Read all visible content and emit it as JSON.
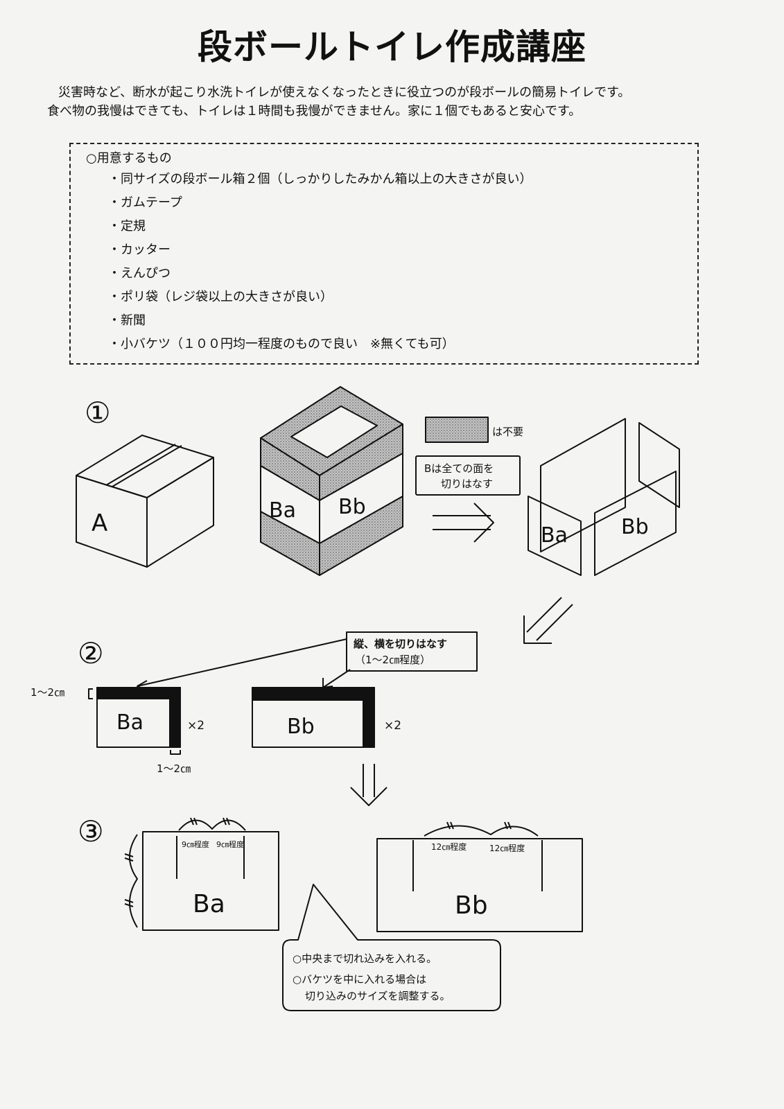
{
  "title": "段ボールトイレ作成講座",
  "intro": {
    "line1": "災害時など、断水が起こり水洗トイレが使えなくなったときに役立つのが段ボールの簡易トイレです。",
    "line2": "食べ物の我慢はできても、トイレは１時間も我慢ができません。家に１個でもあると安心です。"
  },
  "materials": {
    "heading": "○用意するもの",
    "items": [
      "同サイズの段ボール箱２個（しっかりしたみかん箱以上の大きさが良い）",
      "ガムテープ",
      "定規",
      "カッター",
      "えんぴつ",
      "ポリ袋（レジ袋以上の大きさが良い）",
      "新聞",
      "小バケツ（１００円均一程度のもので良い　※無くても可）"
    ]
  },
  "step1": {
    "number": "①",
    "box_a": "A",
    "label_ba": "Ba",
    "label_bb": "Bb",
    "legend_text": "は不要",
    "instruction_line1": "Bは全ての面を",
    "instruction_line2": "切りはなす"
  },
  "step2": {
    "number": "②",
    "callout_line1": "縦、横を切りはなす",
    "callout_line2": "（1～2㎝程度）",
    "dim_top": "1～2㎝",
    "dim_side": "1～2㎝",
    "label_ba": "Ba",
    "label_bb": "Bb",
    "times_ba": "×2",
    "times_bb": "×2"
  },
  "step3": {
    "number": "③",
    "label_ba": "Ba",
    "label_bb": "Bb",
    "ba_cut1": "9㎝程度",
    "ba_cut2": "9㎝程度",
    "bb_cut1": "12㎝程度",
    "bb_cut2": "12㎝程度",
    "note_line1": "○中央まで切れ込みを入れる。",
    "note_line2": "○バケツを中に入れる場合は",
    "note_line3": "切り込みのサイズを調整する。"
  },
  "colors": {
    "ink": "#111111",
    "paper": "#f4f4f2",
    "shade": "#b5b5b5"
  }
}
